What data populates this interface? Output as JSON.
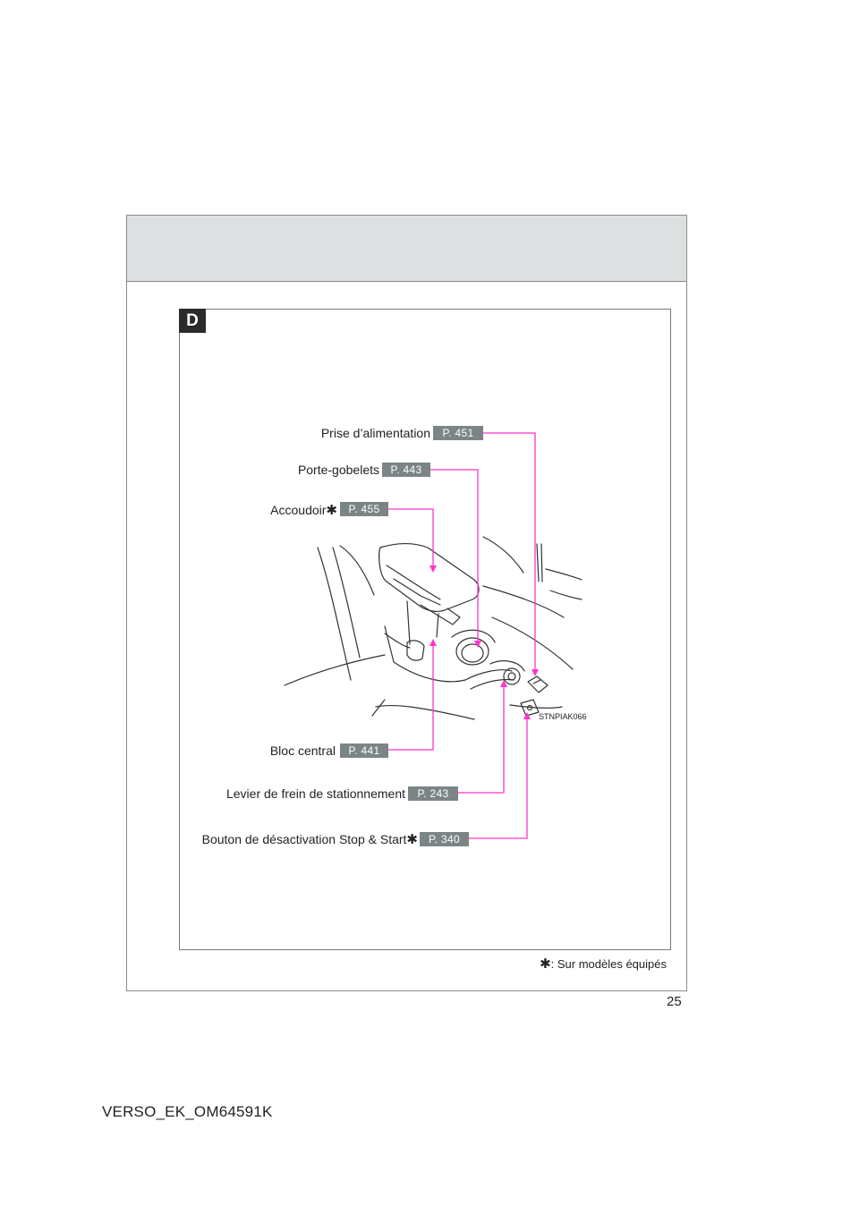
{
  "section_letter": "D",
  "figure_code": "STNPIAK066",
  "callouts": {
    "prise": {
      "label": "Prise d’alimentation",
      "page": "P. 451"
    },
    "porte": {
      "label": "Porte-gobelets",
      "page": "P. 443"
    },
    "accoudoir": {
      "label": "Accoudoir",
      "page": "P. 455",
      "asterisk": "✱"
    },
    "bloc": {
      "label": "Bloc central",
      "page": "P. 441"
    },
    "levier": {
      "label": "Levier de frein de stationnement",
      "page": "P. 243"
    },
    "bouton": {
      "label": "Bouton de désactivation Stop & Start",
      "page": "P. 340",
      "asterisk": "✱"
    }
  },
  "footnote": {
    "asterisk": "✱",
    "text": ": Sur modèles équipés"
  },
  "page_number": "25",
  "doc_code": "VERSO_EK_OM64591K",
  "colors": {
    "leader": "#ff33cc",
    "badge": "#7b8585",
    "header_band": "#dde0e0",
    "tab": "#2b2b2b"
  }
}
